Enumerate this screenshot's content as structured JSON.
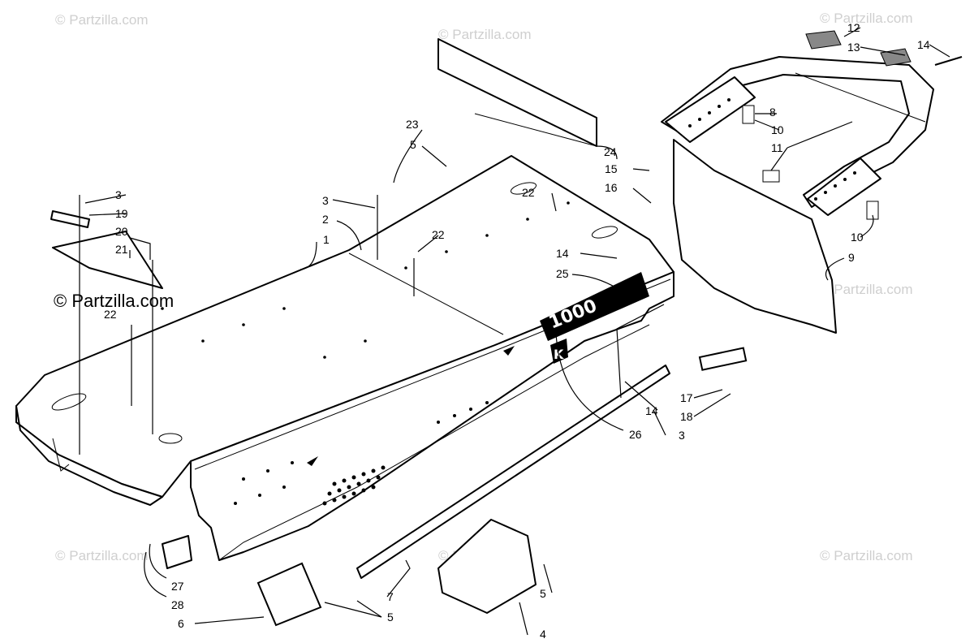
{
  "watermarks": {
    "text": "© Partzilla.com",
    "featured": "© Partzilla.com"
  },
  "decals": {
    "model_text": "1000",
    "logo_letter": "K"
  },
  "callouts": {
    "c1": "1",
    "c2": "2",
    "c3a": "3",
    "c3b": "3",
    "c3c": "3",
    "c4": "4",
    "c5a": "5",
    "c5b": "5",
    "c5c": "5",
    "c6": "6",
    "c7": "7",
    "c8": "8",
    "c9": "9",
    "c10a": "10",
    "c10b": "10",
    "c11": "11",
    "c12": "12",
    "c13": "13",
    "c14a": "14",
    "c14b": "14",
    "c14c": "14",
    "c15": "15",
    "c16": "16",
    "c17": "17",
    "c18": "18",
    "c19": "19",
    "c20": "20",
    "c21": "21",
    "c22a": "22",
    "c22b": "22",
    "c22c": "22",
    "c23": "23",
    "c24": "24",
    "c25": "25",
    "c26": "26",
    "c27": "27",
    "c28": "28"
  }
}
